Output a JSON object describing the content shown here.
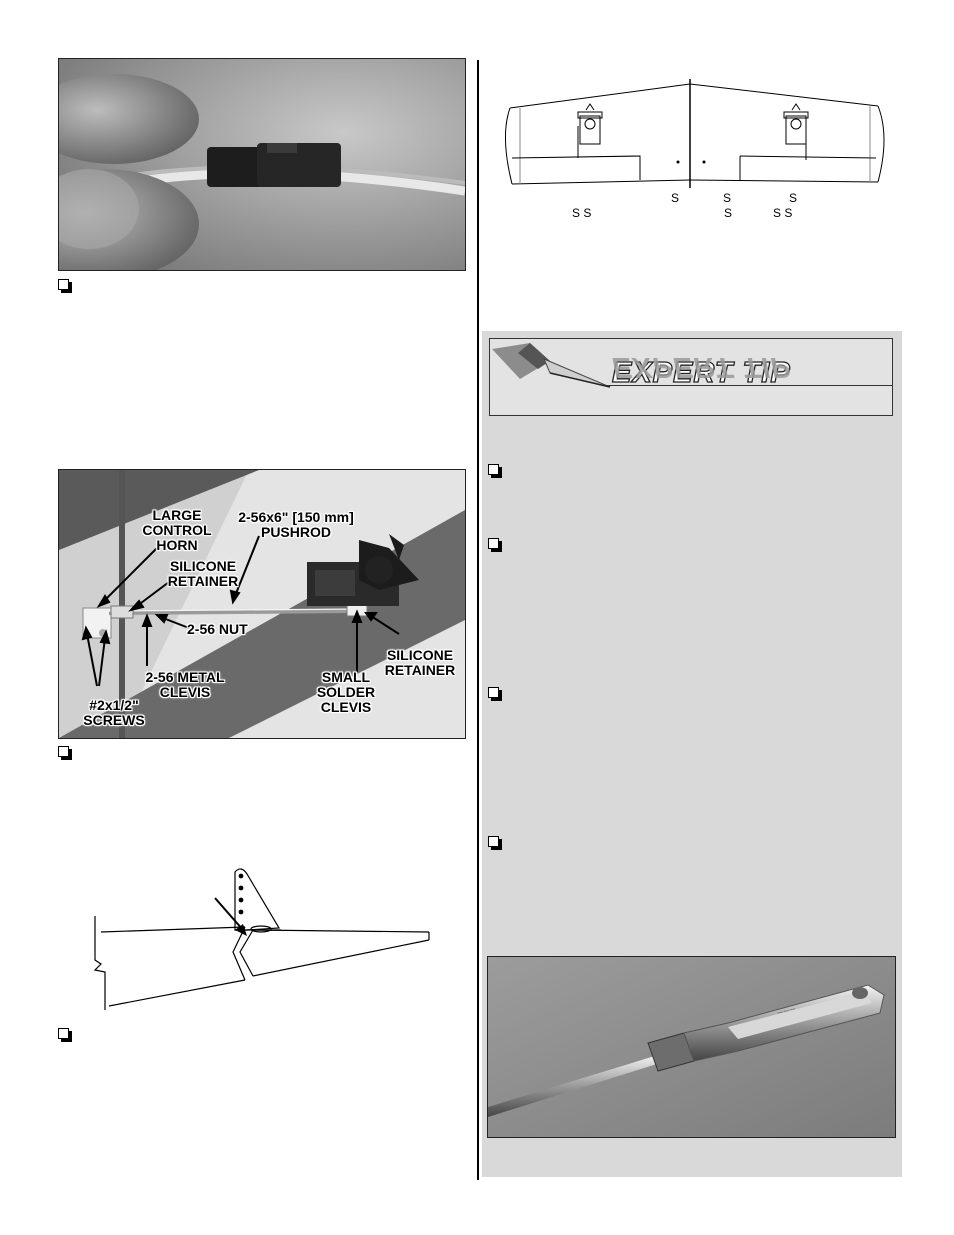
{
  "photo_servo_lead": {
    "caption": ""
  },
  "photo_pushrod": {
    "labels": {
      "large_control_horn": "LARGE CONTROL HORN",
      "pushrod": "2-56x6\" [150 mm] PUSHROD",
      "silicone_retainer_1": "SILICONE RETAINER",
      "nut": "2-56 NUT",
      "metal_clevis": "2-56 METAL CLEVIS",
      "screws": "#2x1/2\" SCREWS",
      "small_solder_clevis": "SMALL SOLDER CLEVIS",
      "silicone_retainer_2": "SILICONE RETAINER"
    }
  },
  "wing_diagram": {
    "labels_row1": [
      "S",
      "S",
      "S"
    ],
    "labels_row2": [
      "S S",
      "S",
      "S S"
    ]
  },
  "expert_tip": {
    "title": "EXPERT TIP"
  },
  "colors": {
    "tip_background": "#d9d9d9",
    "ink": "#000000"
  }
}
